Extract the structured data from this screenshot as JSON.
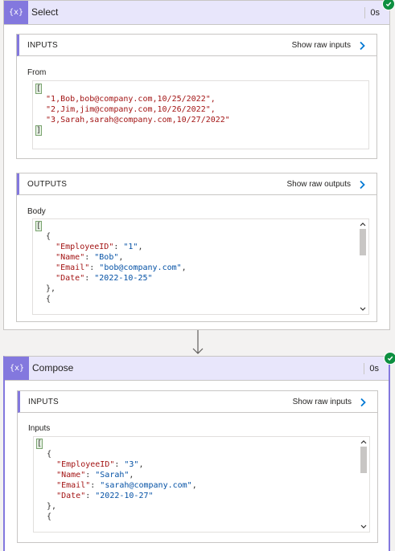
{
  "select": {
    "icon": "{x}",
    "title": "Select",
    "duration": "0s",
    "inputs": {
      "label": "INPUTS",
      "raw_link": "Show raw inputs",
      "field_label": "From",
      "lines": [
        "[",
        "  \"1,Bob,bob@company.com,10/25/2022\",",
        "  \"2,Jim,jim@company.com,10/26/2022\",",
        "  \"3,Sarah,sarah@company.com,10/27/2022\"",
        "]"
      ]
    },
    "outputs": {
      "label": "OUTPUTS",
      "raw_link": "Show raw outputs",
      "field_label": "Body",
      "open_bracket": "[",
      "open_brace": "  {",
      "entries": [
        {
          "key": "\"EmployeeID\"",
          "value": "\"1\"",
          "trail": ","
        },
        {
          "key": "\"Name\"",
          "value": "\"Bob\"",
          "trail": ","
        },
        {
          "key": "\"Email\"",
          "value": "\"bob@company.com\"",
          "trail": ","
        },
        {
          "key": "\"Date\"",
          "value": "\"2022-10-25\"",
          "trail": ""
        }
      ],
      "close_brace": "  },",
      "next": "  {"
    }
  },
  "compose": {
    "icon": "{x}",
    "title": "Compose",
    "duration": "0s",
    "inputs": {
      "label": "INPUTS",
      "raw_link": "Show raw inputs",
      "field_label": "Inputs",
      "open_bracket": "[",
      "open_brace": "  {",
      "entries": [
        {
          "key": "\"EmployeeID\"",
          "value": "\"3\"",
          "trail": ","
        },
        {
          "key": "\"Name\"",
          "value": "\"Sarah\"",
          "trail": ","
        },
        {
          "key": "\"Email\"",
          "value": "\"sarah@company.com\"",
          "trail": ","
        },
        {
          "key": "\"Date\"",
          "value": "\"2022-10-27\"",
          "trail": ""
        }
      ],
      "close_brace": "  },",
      "next": "  {"
    }
  },
  "colors": {
    "accent": "#8378de",
    "header_bg": "#e8e6fb",
    "success": "#0d8f40",
    "string_key": "#a31515",
    "string_value": "#0451a5"
  }
}
